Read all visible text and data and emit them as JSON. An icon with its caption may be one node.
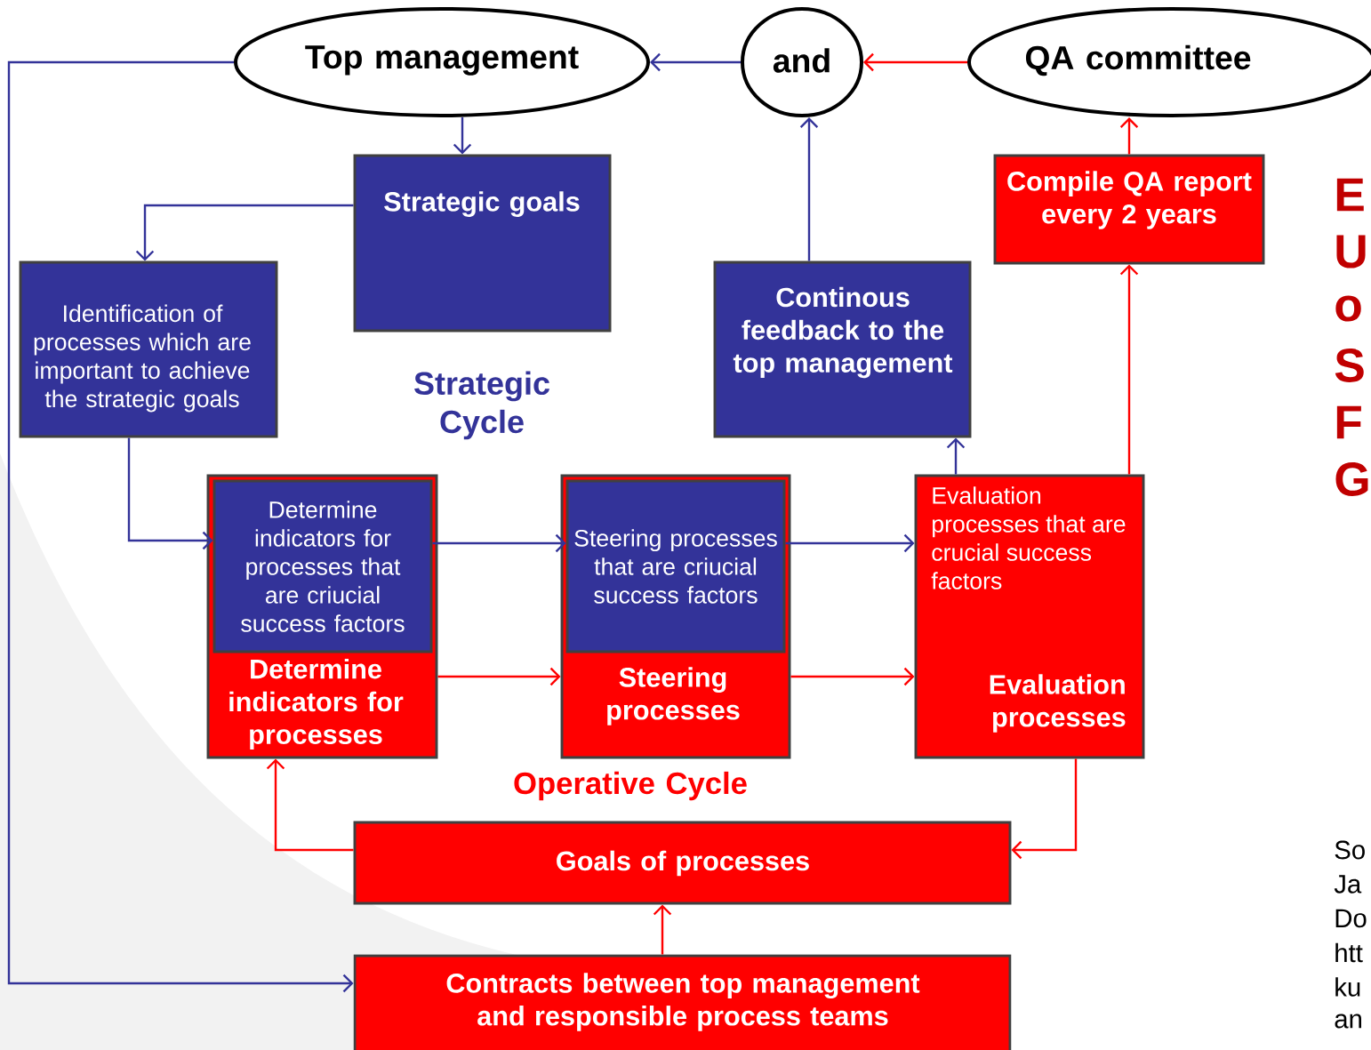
{
  "diagram": {
    "nodes": [
      {
        "text": [
          "Top management"
        ]
      },
      {
        "text": [
          "and"
        ]
      },
      {
        "text": [
          "QA committee"
        ]
      },
      {
        "text": [
          "Strategic goals"
        ]
      },
      {
        "text": [
          "Identification of processes which are important to achieve the strategic goals"
        ]
      },
      {
        "text": [
          "Compile QA report every 2 years"
        ]
      },
      {
        "text": [
          "Continous feedback to the top management"
        ]
      },
      {
        "text": [
          "Determine indicators for processes"
        ]
      },
      {
        "text": [
          "Determine indicators for processes that are criucial success factors"
        ],
        "in": 7
      },
      {
        "text": [
          "Steering processes"
        ]
      },
      {
        "text": [
          "Steering processes that are criucial success factors"
        ],
        "in": 9
      },
      {
        "text": [
          "Evaluation processes that are crucial success factors",
          "Evaluation processes"
        ]
      },
      {
        "text": [
          "Goals of processes"
        ]
      },
      {
        "text": [
          "Contracts between top management  and responsible process teams"
        ]
      }
    ],
    "edges": [
      {
        "from": 1,
        "to": 0,
        "arrow": "to"
      },
      {
        "from": 2,
        "to": 1,
        "arrow": "to",
        "color": "#ff0000"
      },
      {
        "from": 0,
        "to": 3,
        "arrow": "to"
      },
      {
        "from": 3,
        "to": 4,
        "arrow": "to"
      },
      {
        "from": 4,
        "to": 8,
        "arrow": "to"
      },
      {
        "from": 8,
        "to": 10,
        "arrow": "to"
      },
      {
        "from": 10,
        "to": 11,
        "arrow": "to"
      },
      {
        "from": 7,
        "to": 9,
        "arrow": "to",
        "color": "#ff0000"
      },
      {
        "from": 9,
        "to": 11,
        "arrow": "to",
        "color": "#ff0000"
      },
      {
        "from": 11,
        "to": 6,
        "arrow": "to"
      },
      {
        "from": 6,
        "to": 1,
        "arrow": "to"
      },
      {
        "from": 11,
        "to": 5,
        "arrow": "to",
        "color": "#ff0000"
      },
      {
        "from": 5,
        "to": 2,
        "arrow": "to",
        "color": "#ff0000"
      },
      {
        "from": 11,
        "to": 12,
        "arrow": "to",
        "color": "#ff0000"
      },
      {
        "from": 12,
        "to": 7,
        "arrow": "to",
        "color": "#ff0000"
      },
      {
        "from": 13,
        "to": 12,
        "arrow": "to",
        "color": "#ff0000"
      },
      {
        "from": 0,
        "to": 13,
        "arrow": "to"
      }
    ],
    "labels": [
      "Strategic Cycle",
      "Operative Cycle",
      "E",
      "U",
      "o",
      "S",
      "F",
      "G",
      "So",
      "Ja",
      "Do",
      "htt",
      "ku",
      "an"
    ]
  }
}
